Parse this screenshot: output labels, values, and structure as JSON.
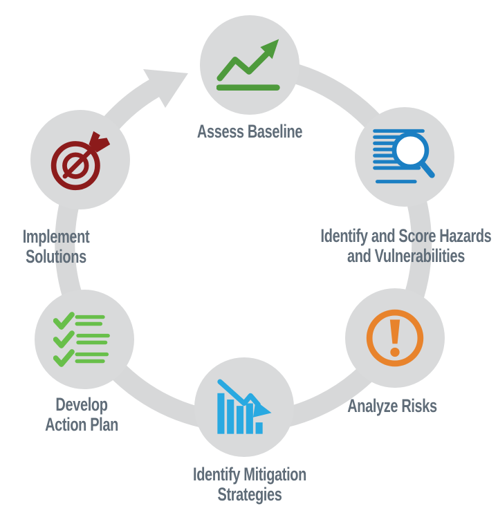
{
  "colors": {
    "ring": "#d7d8d9",
    "circle-bg": "#d9dadb",
    "label": "#5f6c78",
    "green-dark": "#4e9a3c",
    "green-light": "#68bf4a",
    "blue": "#1b7fc3",
    "blue-light": "#29a9e1",
    "orange": "#e8832c",
    "dark-red": "#8c1b1b"
  },
  "diagram": {
    "type": "cycle",
    "step_count": 6,
    "flow_direction": "clockwise"
  },
  "steps": [
    {
      "id": "assess-baseline",
      "icon": "trend-up-chart",
      "label_line1": "Assess Baseline",
      "label_line2": ""
    },
    {
      "id": "identify-score-hazards",
      "icon": "document-search",
      "label_line1": "Identify and Score Hazards",
      "label_line2": "and Vulnerabilities"
    },
    {
      "id": "analyze-risks",
      "icon": "alert-exclamation",
      "label_line1": "Analyze Risks",
      "label_line2": ""
    },
    {
      "id": "identify-mitigation-strategies",
      "icon": "declining-bar-chart",
      "label_line1": "Identify Mitigation",
      "label_line2": "Strategies"
    },
    {
      "id": "develop-action-plan",
      "icon": "checklist",
      "label_line1": "Develop",
      "label_line2": "Action Plan"
    },
    {
      "id": "implement-solutions",
      "icon": "target-dart",
      "label_line1": "Implement",
      "label_line2": "Solutions"
    }
  ]
}
